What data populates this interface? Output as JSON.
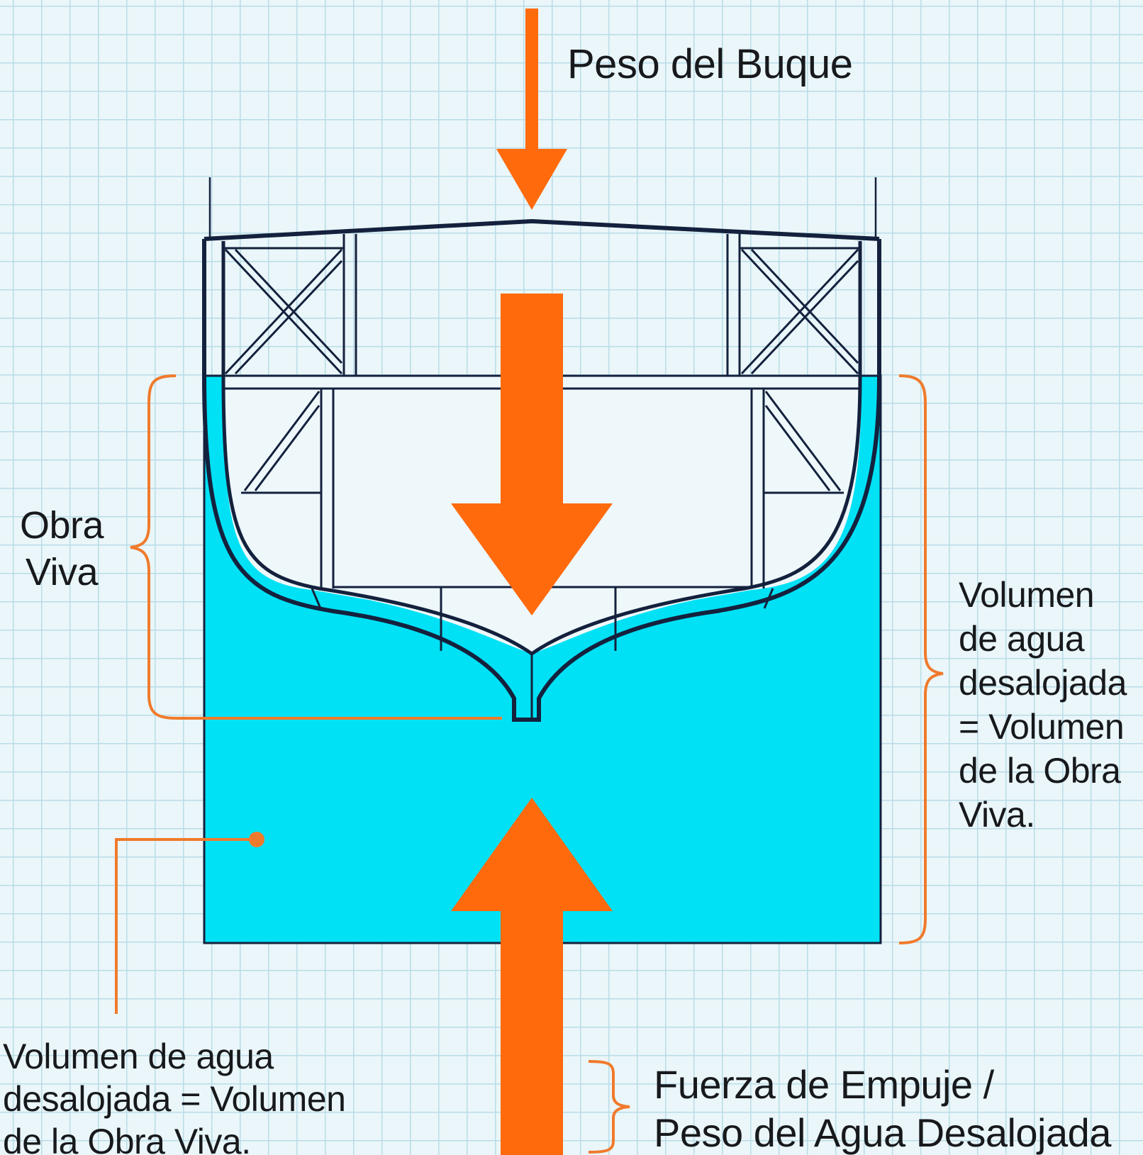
{
  "labels": {
    "peso_buque": "Peso del Buque",
    "obra_viva": [
      "Obra",
      "Viva"
    ],
    "volumen_right": [
      "Volumen",
      "de agua",
      "desalojada",
      "= Volumen",
      "de la Obra",
      "Viva."
    ],
    "volumen_left": [
      "Volumen de agua",
      "desalojada = Volumen",
      "de la Obra Viva."
    ],
    "fuerza_empuje": [
      "Fuerza de Empuje /",
      "Peso del Agua Desalojada"
    ]
  },
  "colors": {
    "background": "#eaf6f9",
    "grid": "#b8dce7",
    "water": "#00e1f5",
    "hull_outline": "#14213d",
    "arrow": "#ff6a0d",
    "bracket": "#f07a2c",
    "text": "#17191c"
  }
}
